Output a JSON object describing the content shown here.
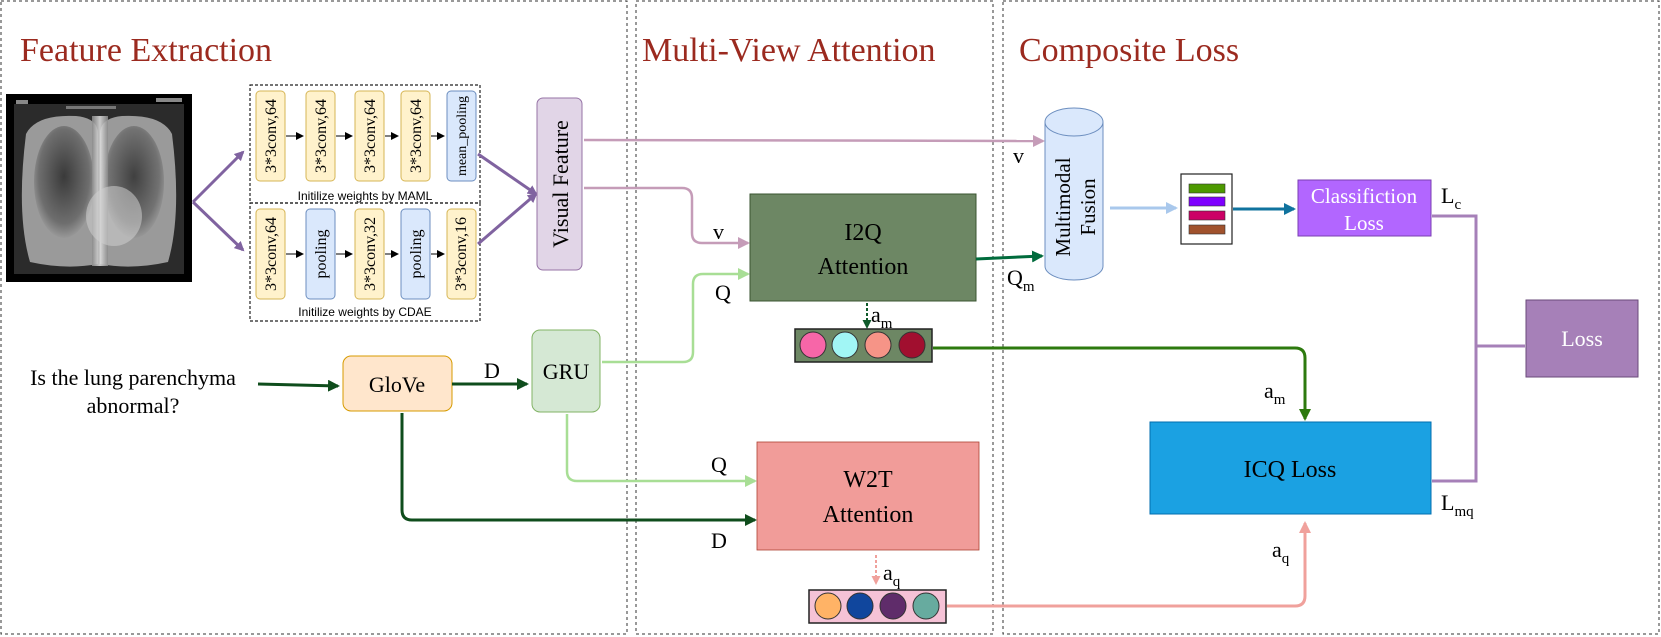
{
  "sections": {
    "feature_extraction": "Feature Extraction",
    "multi_view_attention": "Multi-View Attention",
    "composite_loss": "Composite Loss"
  },
  "colors": {
    "section_title": "#9b2a1f",
    "yellow_block": "#fff2cc",
    "blue_block": "#dae8fc",
    "visual_feature": "#e1d5e7",
    "i2q": "#6d8764",
    "w2t": "#f19c99",
    "icq": "#1ba1e2",
    "classification": "#b266ff",
    "loss": "#a680b8"
  },
  "maml_branch": {
    "blocks": [
      "3*3conv,64",
      "3*3conv,64",
      "3*3conv,64",
      "3*3conv,64",
      "mean_pooling"
    ],
    "caption": "Initilize weights by MAML"
  },
  "cdae_branch": {
    "blocks": [
      "3*3conv,64",
      "pooling",
      "3*3conv,32",
      "pooling",
      "3*3conv,16"
    ],
    "caption": "Initilize weights by CDAE"
  },
  "visual_feature": "Visual Feature",
  "question": {
    "line1": "Is the lung parenchyma",
    "line2": "abnormal?"
  },
  "glove": "GloVe",
  "gru": "GRU",
  "i2q": {
    "line1": "I2Q",
    "line2": "Attention"
  },
  "w2t": {
    "line1": "W2T",
    "line2": "Attention"
  },
  "fusion": {
    "line1": "Multimodal",
    "line2": "Fusion"
  },
  "classification": {
    "line1": "Classifiction",
    "line2": "Loss"
  },
  "icq_loss": "ICQ Loss",
  "loss": "Loss",
  "labels": {
    "v": "v",
    "Q": "Q",
    "D": "D",
    "a": "a",
    "L": "L",
    "sub_m": "m",
    "sub_q": "q",
    "sub_c": "c",
    "sub_mq": "mq"
  },
  "am_circles": [
    "#f766a8",
    "#a1f6f5",
    "#f69487",
    "#a10f2f"
  ],
  "aq_circles": [
    "#ffb366",
    "#10469d",
    "#5f2c6a",
    "#67ab9f"
  ],
  "class_bars": [
    "#4d9900",
    "#7f00ff",
    "#cc0066",
    "#a0522d"
  ]
}
